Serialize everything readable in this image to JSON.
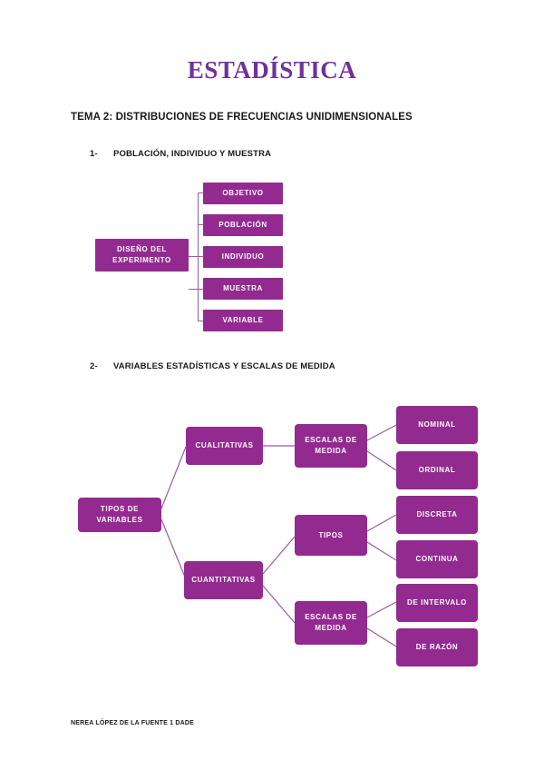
{
  "document": {
    "title": "ESTADÍSTICA",
    "heading": "TEMA 2: DISTRIBUCIONES DE FRECUENCIAS UNIDIMENSIONALES",
    "footer": "NEREA LÓPEZ DE LA FUENTE 1 DADE",
    "title_color": "#7030A0",
    "node_color": "#932A90",
    "connector_color": "#9B5BA5",
    "text_color": "#1a1a1a"
  },
  "sections": [
    {
      "number": "1-",
      "title": "POBLACIÓN, INDIVIDUO Y MUESTRA"
    },
    {
      "number": "2-",
      "title": "VARIABLES ESTADÍSTICAS Y ESCALAS DE MEDIDA"
    }
  ],
  "diagram1": {
    "root": {
      "line1": "DISEÑO DEL",
      "line2": "EXPERIMENTO"
    },
    "children": [
      {
        "label": "OBJETIVO"
      },
      {
        "label": "POBLACIÓN"
      },
      {
        "label": "INDIVIDUO"
      },
      {
        "label": "MUESTRA"
      },
      {
        "label": "VARIABLE"
      }
    ]
  },
  "diagram2": {
    "root": {
      "line1": "TIPOS DE",
      "line2": "VARIABLES"
    },
    "branch_qualitative": {
      "label": "CUALITATIVAS"
    },
    "branch_quantitative": {
      "label": "CUANTITATIVAS"
    },
    "scales_qualitative": {
      "line1": "ESCALAS DE",
      "line2": "MEDIDA"
    },
    "scales_quantitative": {
      "line1": "ESCALAS DE",
      "line2": "MEDIDA"
    },
    "types_node": {
      "label": "TIPOS"
    },
    "leaves": {
      "nominal": "NOMINAL",
      "ordinal": "ORDINAL",
      "discreta": "DISCRETA",
      "continua": "CONTINUA",
      "intervalo": "DE INTERVALO",
      "razon": "DE RAZÓN"
    }
  }
}
